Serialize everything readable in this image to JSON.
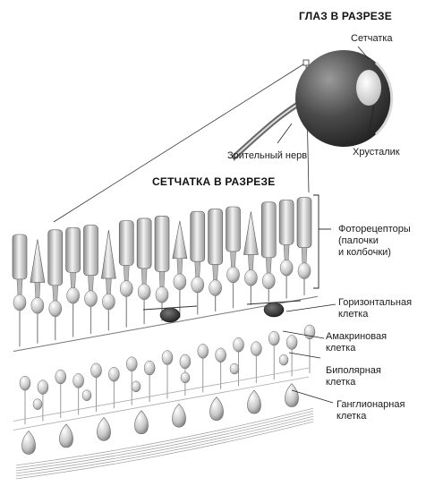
{
  "titles": {
    "eye_section": "ГЛАЗ В РАЗРЕЗЕ",
    "retina_section": "СЕТЧАТКА В РАЗРЕЗЕ"
  },
  "eye_labels": {
    "retina": "Сетчатка",
    "optic_nerve": "Зрительный нерв",
    "lens": "Хрусталик"
  },
  "retina_labels": {
    "photoreceptors": "Фоторецепторы\n(палочки\nи колбочки)",
    "horizontal_cell": "Горизонтальная\nклетка",
    "amacrine_cell": "Амакриновая\nклетка",
    "bipolar_cell": "Биполярная\nклетка",
    "ganglion_cell": "Ганглионарная\nклетка"
  },
  "colors": {
    "eyeball": "#4a4a4a",
    "cell": "#c8c8c8",
    "accent_cell": "#2b2b2b",
    "line": "#555555"
  }
}
